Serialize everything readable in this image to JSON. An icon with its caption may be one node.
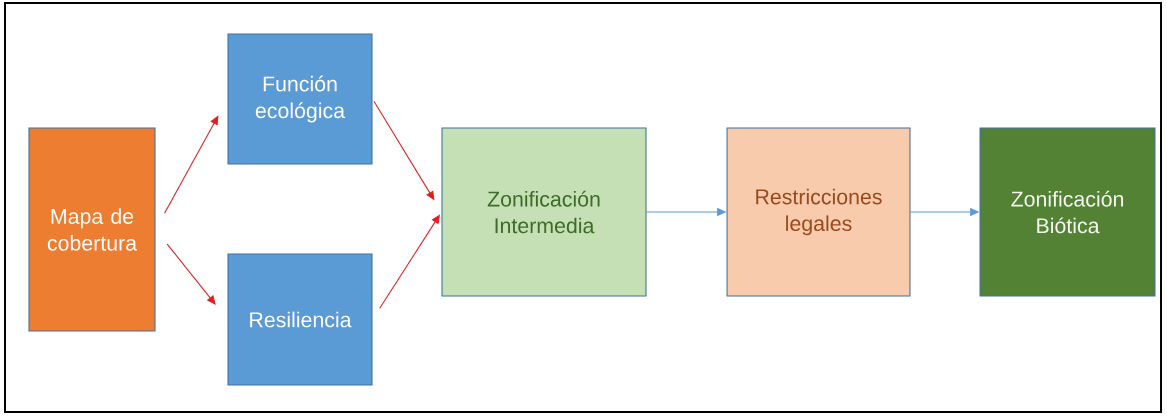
{
  "diagram": {
    "nodes": [
      {
        "text": [
          "Mapa de cobertura"
        ]
      },
      {
        "text": [
          "Función ecológica"
        ]
      },
      {
        "text": [
          "Resiliencia"
        ]
      },
      {
        "text": [
          "Zonificación Intermedia"
        ]
      },
      {
        "text": [
          "Restricciones legales"
        ]
      },
      {
        "text": [
          "Zonificación Biótica"
        ]
      }
    ],
    "edges": [
      {
        "from": 0,
        "to": 1,
        "arrow": "to"
      },
      {
        "from": 0,
        "to": 2,
        "arrow": "to"
      },
      {
        "from": 1,
        "to": 3,
        "arrow": "to"
      },
      {
        "from": 2,
        "to": 3,
        "arrow": "to"
      },
      {
        "from": 3,
        "to": 4,
        "arrow": "to",
        "color": "#5b9bd5"
      },
      {
        "from": 4,
        "to": 5,
        "arrow": "to",
        "color": "#5b9bd5"
      }
    ]
  }
}
